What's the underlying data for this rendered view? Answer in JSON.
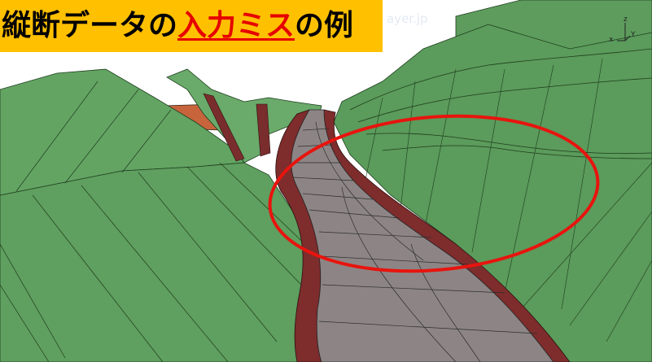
{
  "title": {
    "part1": "縦断データの",
    "error_term": "入力ミス",
    "part2": "の例"
  },
  "watermark": "ayer.jp",
  "axis_gizmo": {
    "z": "z",
    "x": "x",
    "y": "Y"
  },
  "colors": {
    "banner": "#ffc000",
    "error_text": "#e60000",
    "slope": "#5b9b5b",
    "road": "#8a8080",
    "curb": "#8b3a3a",
    "sky": "#ffffff",
    "highlight_circle": "#e8140e"
  }
}
